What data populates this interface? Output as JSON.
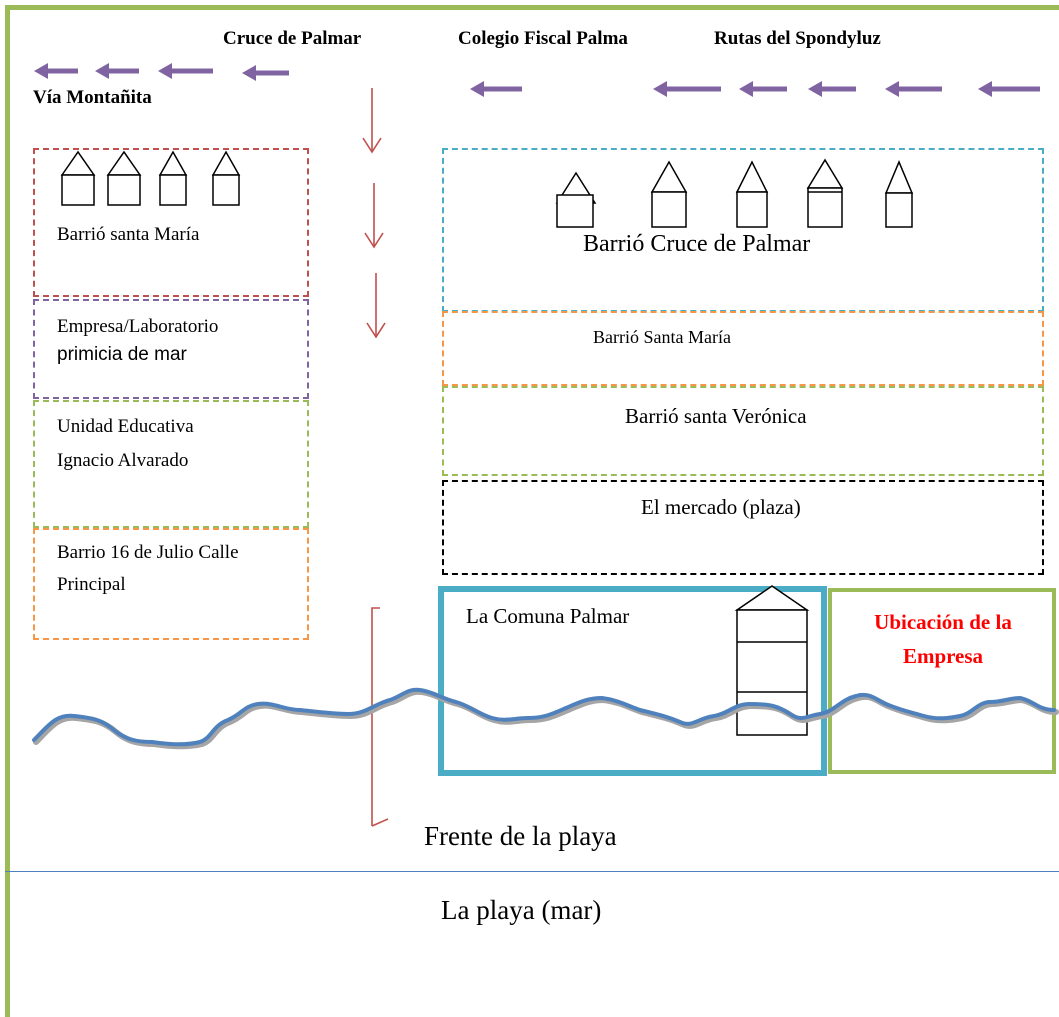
{
  "roads": {
    "cruce_palmar": "Cruce de Palmar",
    "colegio": "Colegio Fiscal Palma",
    "rutas": "Rutas del Spondyluz",
    "via_montanita": "Vía Montañita"
  },
  "left_zones": {
    "santa_maria": "Barrió santa María",
    "empresa_line1": "Empresa/Laboratorio",
    "empresa_line2": "primicia de mar",
    "unidad_line1": "Unidad Educativa",
    "unidad_line2": "Ignacio  Alvarado",
    "barrio16_line1": "Barrio 16 de Julio Calle",
    "barrio16_line2": "Principal"
  },
  "right_zones": {
    "cruce_barrio": "Barrió Cruce de Palmar",
    "santa_maria": "Barrió Santa María",
    "santa_veronica": "Barrió santa Verónica",
    "mercado": "El mercado (plaza)",
    "comuna": "La Comuna Palmar",
    "ubicacion_line1": "Ubicación de la",
    "ubicacion_line2": "Empresa"
  },
  "coast": {
    "frente": "Frente de la playa",
    "playa": "La playa (mar)"
  },
  "colors": {
    "frame": "#9bbb59",
    "traffic_arrow": "#8064a2",
    "flow_arrow": "#c0504d",
    "comuna_border": "#4bacc6",
    "empresa_text": "#ff0000",
    "wave": "#4f81bd"
  }
}
